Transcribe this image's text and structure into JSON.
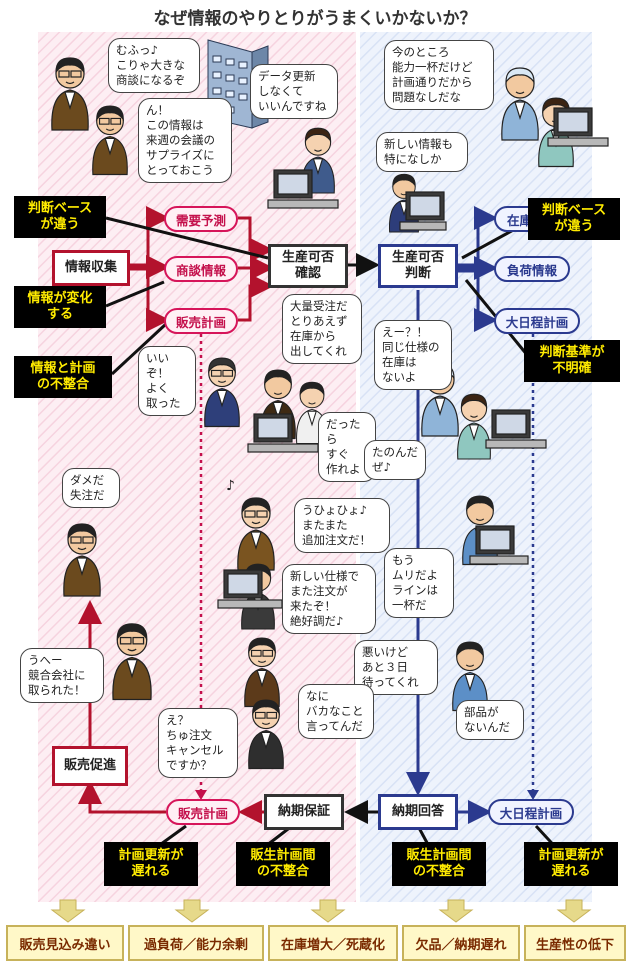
{
  "title": "なぜ情報のやりとりがうまくいかないか？",
  "colors": {
    "sales_bg": "#fbe8ef",
    "prod_bg": "#eaf0fb",
    "red": "#b3122d",
    "pink": "#d6155a",
    "blue": "#2b3a8f",
    "black_label_bg": "#000000",
    "black_label_text": "#ffeb00"
  },
  "boxes": {
    "info_collect": "情報収集",
    "sales_confirm": "生産可否\n確認",
    "prod_judge": "生産可否\n判断",
    "sales_promo": "販売促進",
    "delivery_guarantee": "納期保証",
    "delivery_answer": "納期回答"
  },
  "pills": {
    "demand_forecast": "需要予測",
    "negotiation_info": "商談情報",
    "sales_plan": "販売計画",
    "inventory_info": "在庫情報",
    "load_info": "負荷情報",
    "master_schedule": "大日程計画",
    "sales_plan_bottom": "販売計画",
    "master_schedule_bottom": "大日程計画"
  },
  "labels": {
    "basis_diff_left": "判断ベース\nが違う",
    "info_changes": "情報が変化\nする",
    "info_plan_mismatch": "情報と計画\nの不整合",
    "basis_diff_right": "判断ベース\nが違う",
    "criteria_unclear": "判断基準が\n不明確",
    "plan_update_late_left": "計画更新が\n遅れる",
    "sales_prod_mismatch_left": "販生計画間\nの不整合",
    "sales_prod_mismatch_right": "販生計画間\nの不整合",
    "plan_update_late_right": "計画更新が\n遅れる"
  },
  "bubbles": {
    "b1": "むふっ♪\nこりゃ大きな\n商談になるぞ",
    "b2": "ん！\nこの情報は\n来週の会議の\nサプライズに\nとっておこう",
    "b3": "データ更新\nしなくて\nいいんですね",
    "b4": "今のところ\n能力一杯だけど\n計画通りだから\n問題なしだな",
    "b5": "新しい情報も\n特になしか",
    "b6": "大量受注だ\nとりあえず\n在庫から\n出してくれ",
    "b7": "いいぞ！\nよく\n取った",
    "b8": "えー？！\n同じ仕様の\n在庫は\nないよ",
    "b9": "だったら\nすぐ\n作れよ",
    "b10": "たのんだ\nぜ♪",
    "b11": "ダメだ\n失注だ",
    "b12": "うひょひょ♪\nまたまた\n追加注文だ！",
    "b13": "もう\nムリだよ\nラインは\n一杯だ",
    "b14": "新しい仕様で\nまた注文が\n来たぞ！\n絶好調だ♪",
    "b15": "うへー\n競合会社に\n取られた！",
    "b16": "悪いけど\nあと３日\n待ってくれ",
    "b17": "なに\nバカなこと\n言ってんだ",
    "b18": "部品が\nないんだ",
    "b19": "え？\nちゅ注文\nキャンセル\nですか？"
  },
  "results": [
    "販売見込み違い",
    "過負荷／能力余剰",
    "在庫増大／死蔵化",
    "欠品／納期遅れ",
    "生産性の低下"
  ],
  "notes": {
    "music_note": "♪"
  }
}
